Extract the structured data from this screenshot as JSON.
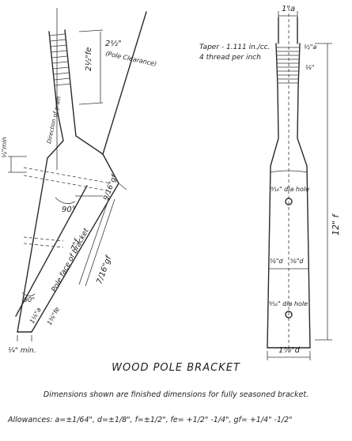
{
  "left_view": {
    "dims": {
      "thread_len": "2½\"",
      "diam_fe": "2½\"fe",
      "pole_clearance": "(Pole Clearance)",
      "min_offset": "¼\"min",
      "gf": "9/16\"gf",
      "f": "7\"f",
      "gf2": "7/16\"gf",
      "a": "1⅛\"a",
      "fe_bottom": "1⅜\"fe",
      "min_bottom": "¼\" min."
    },
    "labels": {
      "direction_of_grain": "Direction of grain",
      "angle": "90°",
      "pole_face": "Pole face of bracket",
      "angle_bottom": "90°"
    }
  },
  "right_view": {
    "dims": {
      "top_width": "1\"a",
      "a": "½\"a",
      "thread_note": "⅛\"",
      "total_length": "12\" f",
      "hole1": "⁹⁄₁₆\" dia hole",
      "d1": "⅝\"d",
      "d2": "⅝\"d",
      "hole2": "⁹⁄₁₆\" dia hole",
      "bottom_width": "1⅝\"d"
    },
    "notes": {
      "taper": "Taper - 1.111 in./cc.",
      "thread": "4 thread per inch"
    }
  },
  "caption": {
    "title": "WOOD POLE BRACKET",
    "subtitle": "Dimensions shown are finished dimensions for fully seasoned bracket.",
    "allowances": "Allowances:  a=±1/64\", d=±1/8\", f=±1/2\", fe= +1/2\" -1/4\", gf= +1/4\" -1/2\""
  }
}
